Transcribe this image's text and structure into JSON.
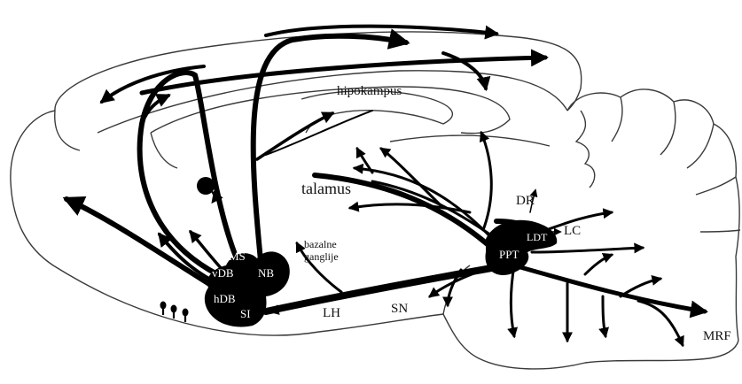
{
  "labels": {
    "hipokampus": "hipokampus",
    "talamus": "talamus",
    "bazalne": "bazalne",
    "ganglije": "ganglije",
    "dr": "DR",
    "lc": "LC",
    "ldt": "LDT",
    "ppt": "PPT",
    "ms": "MS",
    "vdb": "vDB",
    "nb": "NB",
    "hdb": "hDB",
    "si": "SI",
    "lh": "LH",
    "sn": "SN",
    "mrf": "MRF"
  },
  "colors": {
    "pathway": "#000000",
    "outline": "#3a3a3a",
    "background": "#ffffff"
  }
}
